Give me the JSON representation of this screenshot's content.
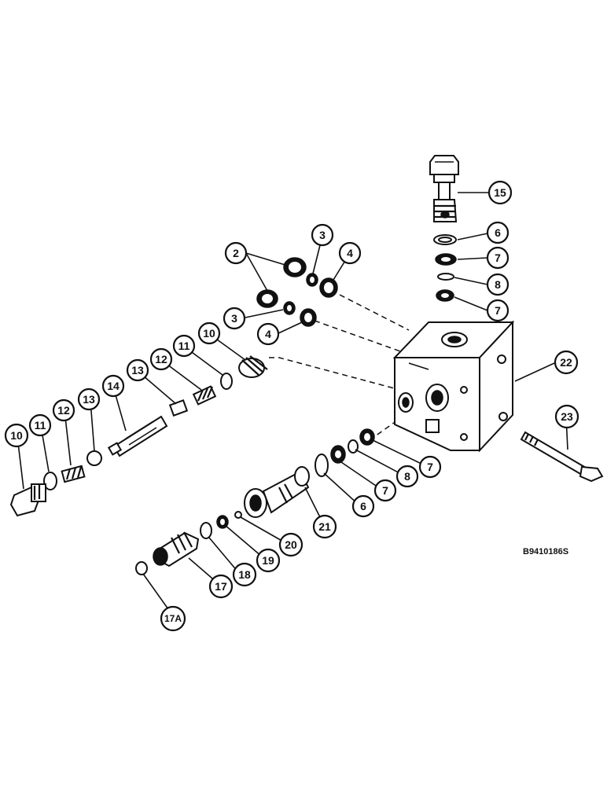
{
  "reference_code": "B9410186S",
  "callouts": [
    {
      "id": "c2",
      "label": "2"
    },
    {
      "id": "c3a",
      "label": "3"
    },
    {
      "id": "c4a",
      "label": "4"
    },
    {
      "id": "c3b",
      "label": "3"
    },
    {
      "id": "c4b",
      "label": "4"
    },
    {
      "id": "c15",
      "label": "15"
    },
    {
      "id": "c6a",
      "label": "6"
    },
    {
      "id": "c7a",
      "label": "7"
    },
    {
      "id": "c8a",
      "label": "8"
    },
    {
      "id": "c7b",
      "label": "7"
    },
    {
      "id": "c22",
      "label": "22"
    },
    {
      "id": "c10a",
      "label": "10"
    },
    {
      "id": "c11a",
      "label": "11"
    },
    {
      "id": "c12a",
      "label": "12"
    },
    {
      "id": "c13a",
      "label": "13"
    },
    {
      "id": "c14",
      "label": "14"
    },
    {
      "id": "c13b",
      "label": "13"
    },
    {
      "id": "c12b",
      "label": "12"
    },
    {
      "id": "c11b",
      "label": "11"
    },
    {
      "id": "c10b",
      "label": "10"
    },
    {
      "id": "c23",
      "label": "23"
    },
    {
      "id": "c7c",
      "label": "7"
    },
    {
      "id": "c8b",
      "label": "8"
    },
    {
      "id": "c7d",
      "label": "7"
    },
    {
      "id": "c6b",
      "label": "6"
    },
    {
      "id": "c21",
      "label": "21"
    },
    {
      "id": "c20",
      "label": "20"
    },
    {
      "id": "c19",
      "label": "19"
    },
    {
      "id": "c18",
      "label": "18"
    },
    {
      "id": "c17",
      "label": "17"
    },
    {
      "id": "c17a",
      "label": "17A"
    }
  ]
}
